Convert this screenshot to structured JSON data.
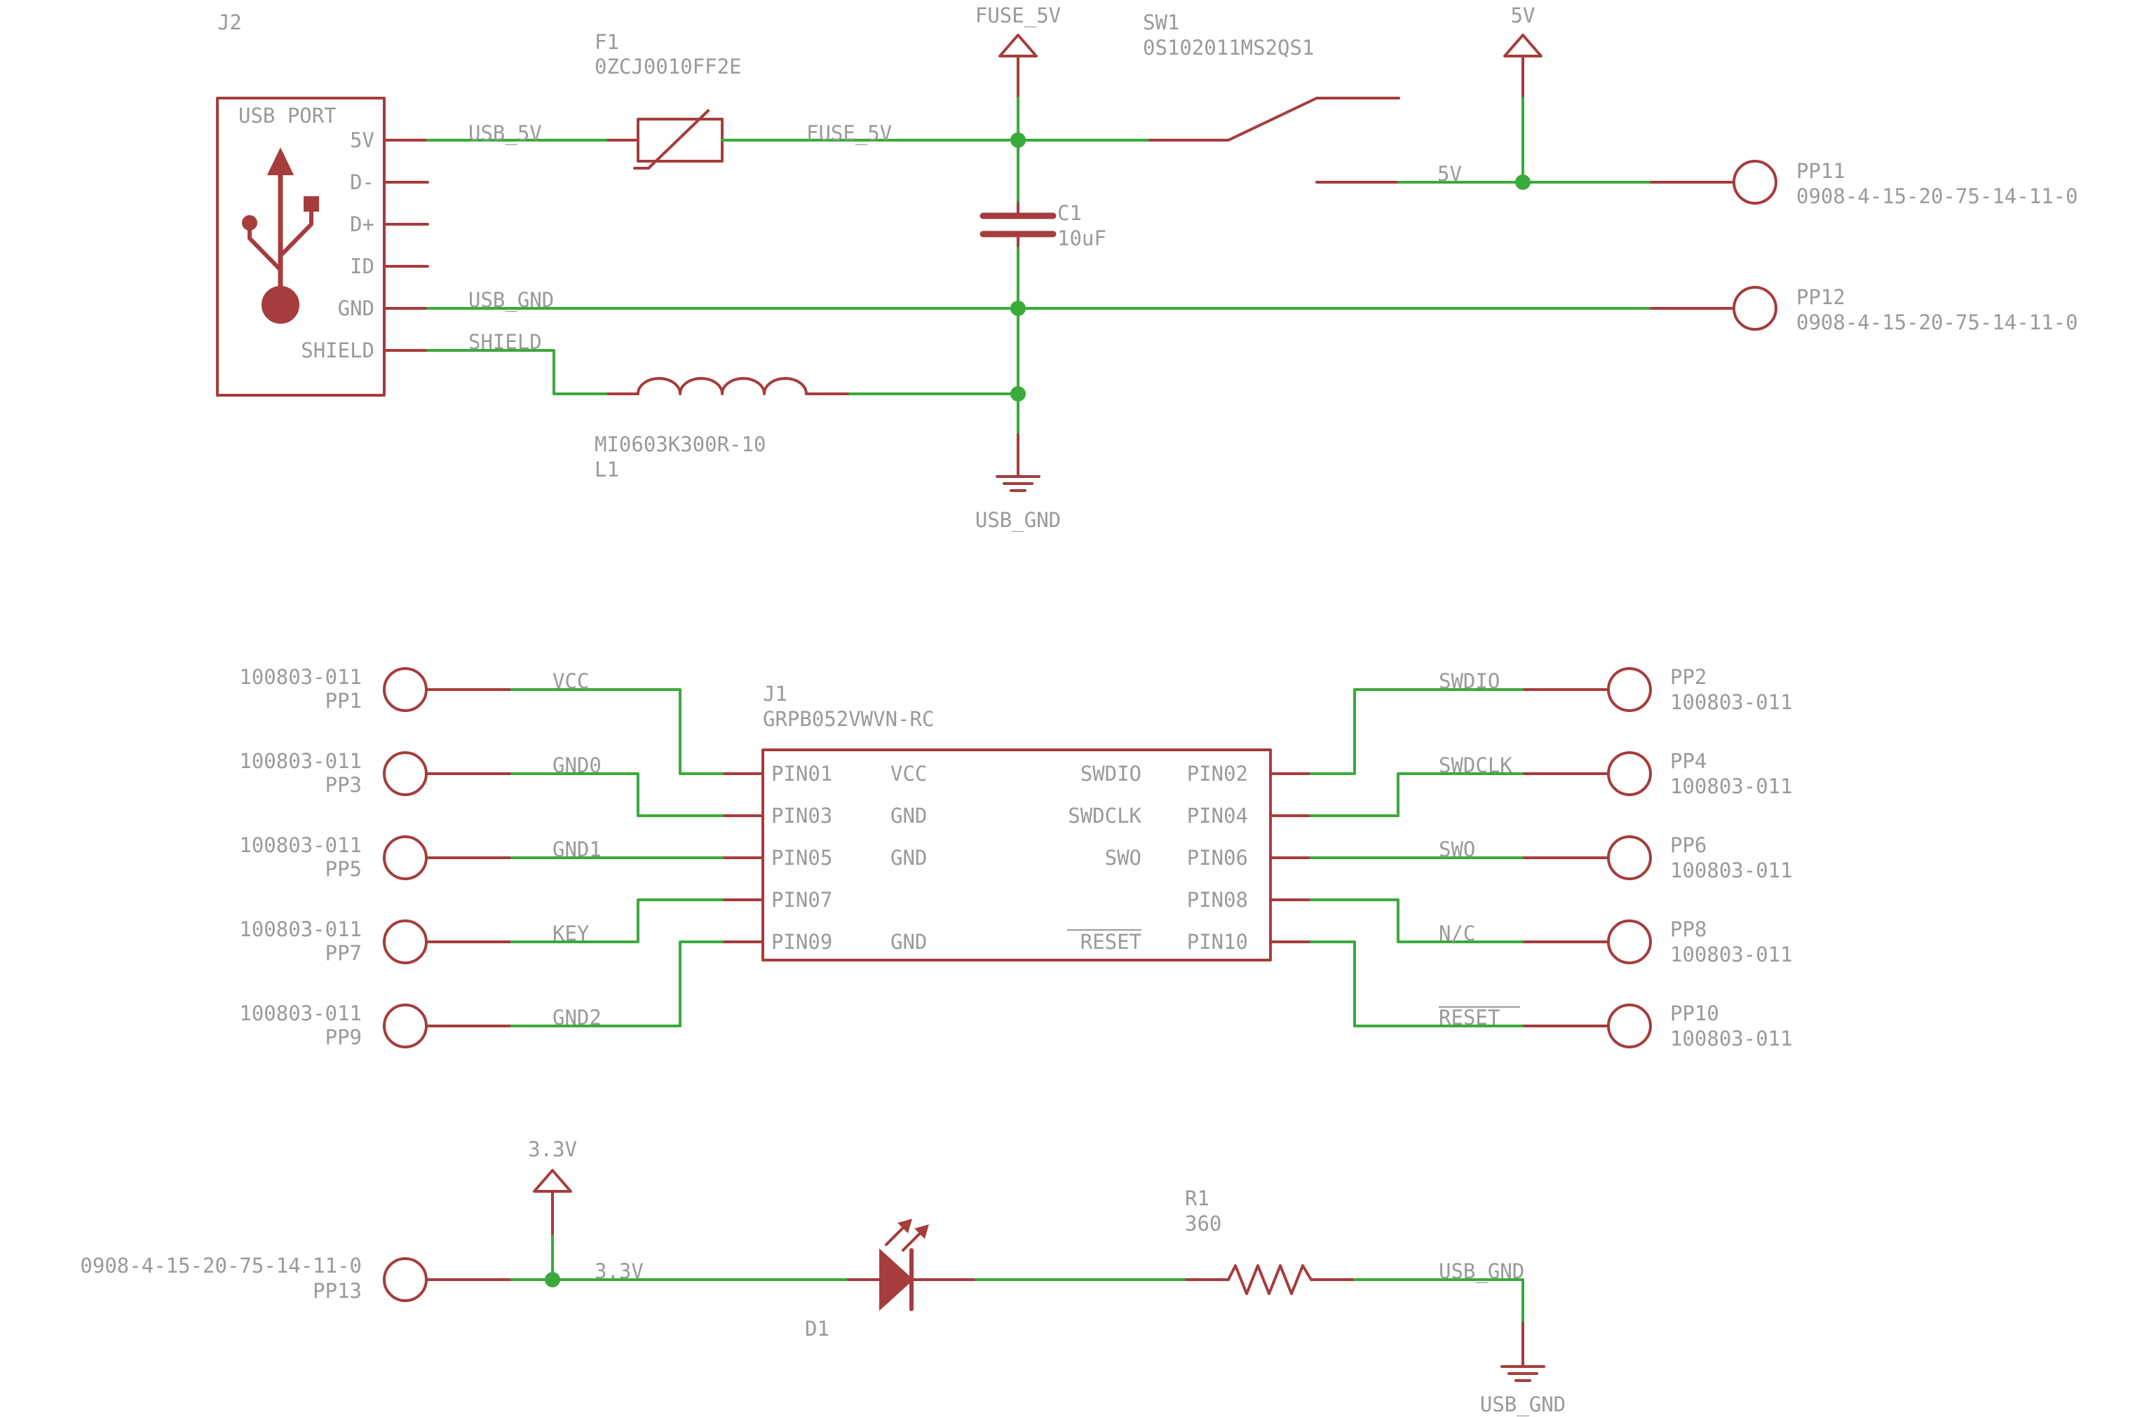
{
  "colors": {
    "symbol": "#a63c3c",
    "wire": "#3aaa3a",
    "junction": "#3aaa3a",
    "text": "#9a9a9a",
    "background": "#ffffff"
  },
  "usb": {
    "ref": "J2",
    "title": "USB PORT",
    "pins": [
      "5V",
      "D-",
      "D+",
      "ID",
      "GND",
      "SHIELD"
    ],
    "icon": "usb-icon"
  },
  "fuse": {
    "ref": "F1",
    "part": "0ZCJ0010FF2E"
  },
  "cap": {
    "ref": "C1",
    "value": "10uF"
  },
  "inductor": {
    "part": "MI0603K300R-10",
    "ref": "L1"
  },
  "switch": {
    "ref": "SW1",
    "part": "0S102011MS2QS1"
  },
  "supplies": {
    "fuse5v": "FUSE_5V",
    "v5": "5V",
    "v33": "3.3V"
  },
  "grounds": {
    "top": "USB_GND",
    "bottom": "USB_GND"
  },
  "nets": {
    "usb_5v": "USB_5V",
    "fuse_5v": "FUSE_5V",
    "usb_gnd": "USB_GND",
    "shield": "SHIELD",
    "v5": "5V",
    "v33": "3.3V",
    "usb_gnd_led": "USB_GND"
  },
  "testpoints": {
    "pp11": {
      "ref": "PP11",
      "part": "0908-4-15-20-75-14-11-0"
    },
    "pp12": {
      "ref": "PP12",
      "part": "0908-4-15-20-75-14-11-0"
    },
    "pp13": {
      "ref": "PP13",
      "part": "0908-4-15-20-75-14-11-0"
    }
  },
  "connector": {
    "ref": "J1",
    "part": "GRPB052VWVN-RC",
    "pins_left": [
      "PIN01",
      "PIN03",
      "PIN05",
      "PIN07",
      "PIN09"
    ],
    "funcs_left": [
      "VCC",
      "GND",
      "GND",
      "",
      "GND"
    ],
    "pins_right": [
      "PIN02",
      "PIN04",
      "PIN06",
      "PIN08",
      "PIN10"
    ],
    "funcs_right": [
      "SWDIO",
      "SWDCLK",
      "SWO",
      "",
      "RESET"
    ]
  },
  "left_tps": [
    {
      "part": "100803-011",
      "ref": "PP1",
      "net": "VCC"
    },
    {
      "part": "100803-011",
      "ref": "PP3",
      "net": "GND0"
    },
    {
      "part": "100803-011",
      "ref": "PP5",
      "net": "GND1"
    },
    {
      "part": "100803-011",
      "ref": "PP7",
      "net": "KEY"
    },
    {
      "part": "100803-011",
      "ref": "PP9",
      "net": "GND2"
    }
  ],
  "right_tps": [
    {
      "ref": "PP2",
      "part": "100803-011",
      "net": "SWDIO"
    },
    {
      "ref": "PP4",
      "part": "100803-011",
      "net": "SWDCLK"
    },
    {
      "ref": "PP6",
      "part": "100803-011",
      "net": "SWO"
    },
    {
      "ref": "PP8",
      "part": "100803-011",
      "net": "N/C"
    },
    {
      "ref": "PP10",
      "part": "100803-011",
      "net": "RESET"
    }
  ],
  "led": {
    "ref": "D1"
  },
  "resistor": {
    "ref": "R1",
    "value": "360"
  }
}
